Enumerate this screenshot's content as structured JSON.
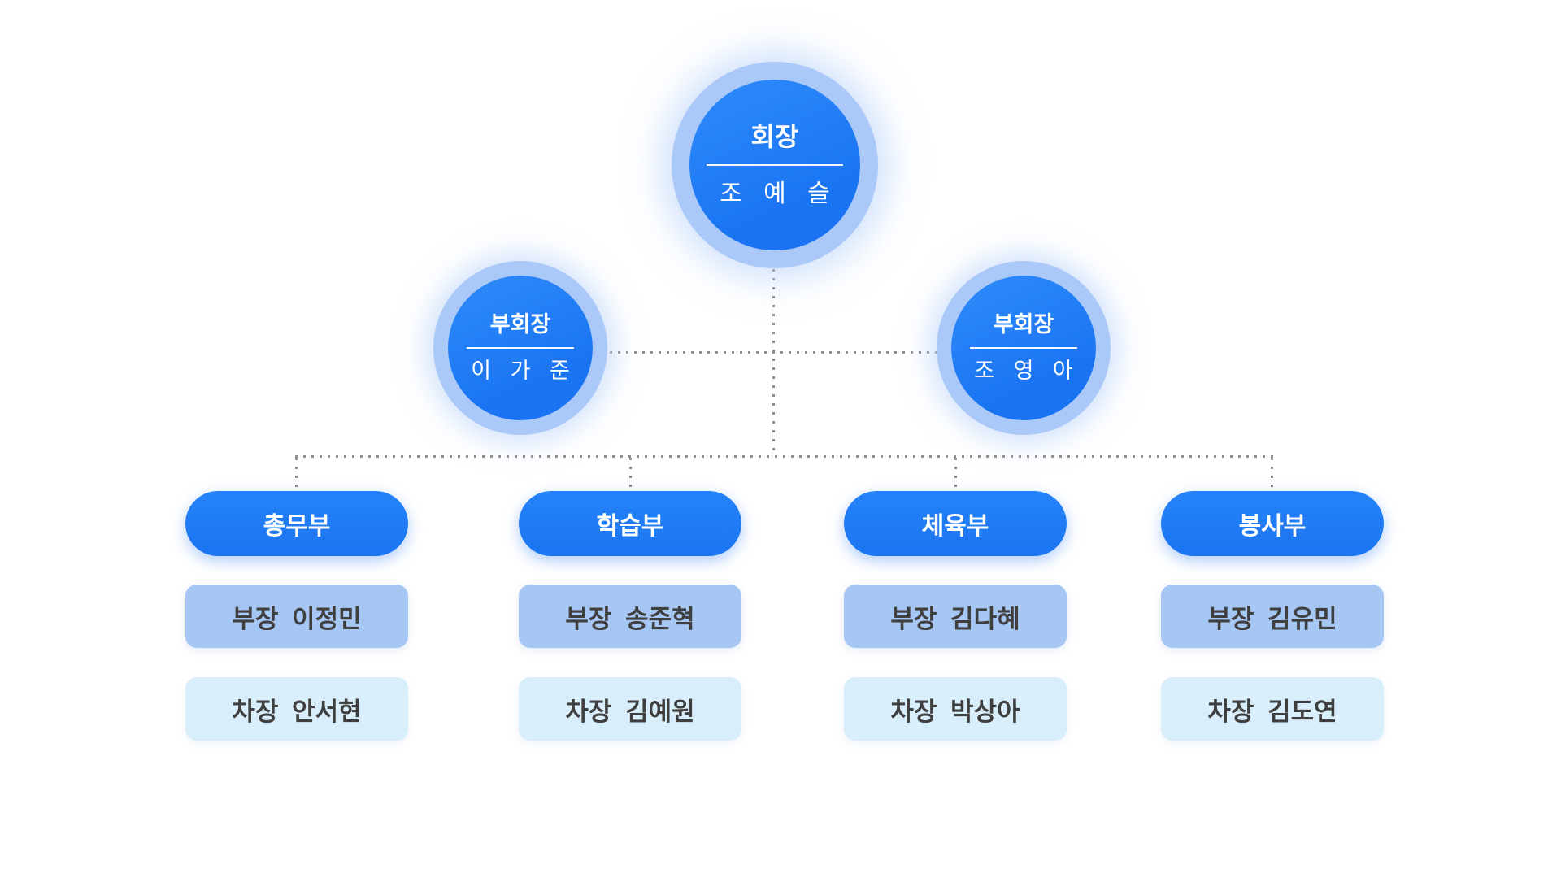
{
  "org_chart": {
    "president": {
      "title": "회장",
      "name": "조 예 슬"
    },
    "vice_presidents": [
      {
        "title": "부회장",
        "name": "이 가 준"
      },
      {
        "title": "부회장",
        "name": "조 영 아"
      }
    ],
    "departments": [
      {
        "name": "총무부",
        "head": "부장 이정민",
        "deputy": "차장 안서현"
      },
      {
        "name": "학습부",
        "head": "부장 송준혁",
        "deputy": "차장 김예원"
      },
      {
        "name": "체육부",
        "head": "부장 김다혜",
        "deputy": "차장 박상아"
      },
      {
        "name": "봉사부",
        "head": "부장 김유민",
        "deputy": "차장 김도연"
      }
    ],
    "colors": {
      "node_blue": "#1c7af2",
      "halo_ring": "#abc9f8",
      "head_box": "#a6c7f3",
      "deputy_box": "#d9eefb",
      "connector_gray": "#8f8f8f",
      "node_text": "#ffffff",
      "box_text": "#3f3f3f",
      "background": "#ffffff"
    }
  }
}
